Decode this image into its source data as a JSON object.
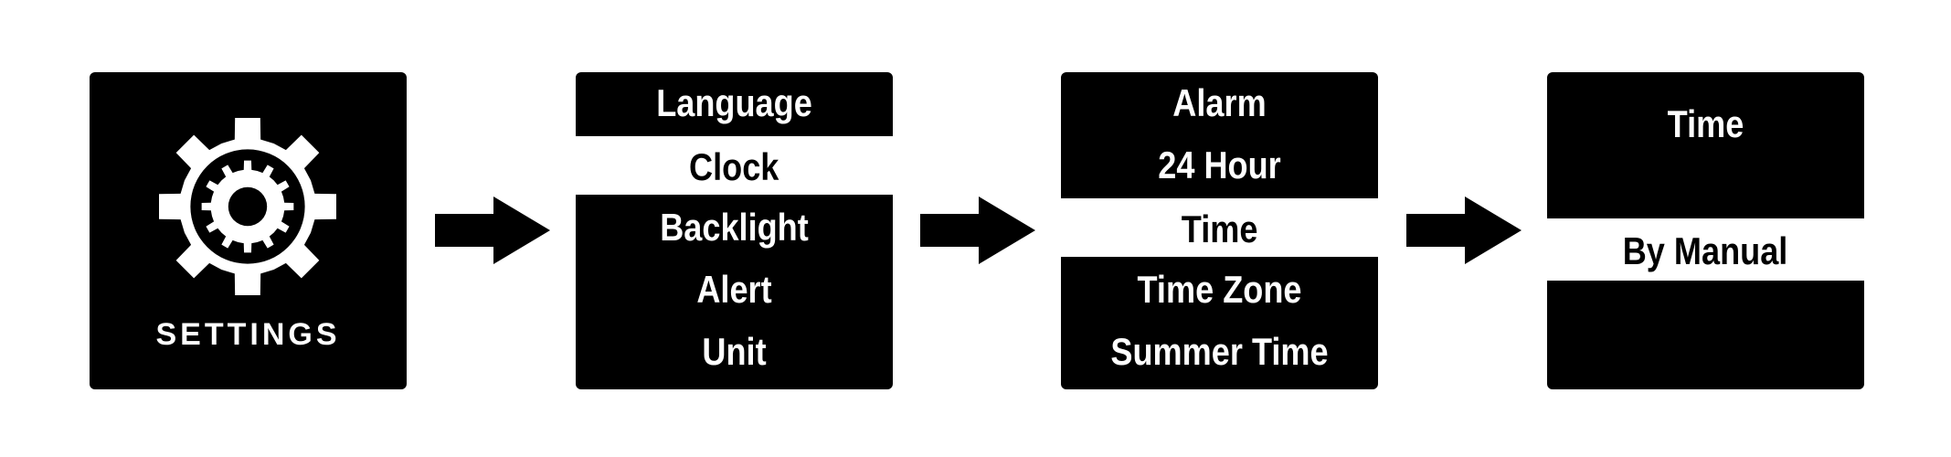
{
  "panels": {
    "settings": {
      "icon": "gear-icon",
      "label": "SETTINGS"
    },
    "main_menu": {
      "items": [
        "Language",
        "Clock",
        "Backlight",
        "Alert",
        "Unit"
      ],
      "selected": "Clock"
    },
    "clock_menu": {
      "items": [
        "Alarm",
        "24 Hour",
        "Time",
        "Time Zone",
        "Summer Time"
      ],
      "selected": "Time"
    },
    "time_menu": {
      "title": "Time",
      "option": "By Manual"
    }
  },
  "arrows": {
    "icon": "right-arrow-icon",
    "count": 3
  },
  "colors": {
    "panel_bg": "#000000",
    "text": "#ffffff",
    "highlight_bg": "#ffffff",
    "highlight_text": "#000000"
  }
}
